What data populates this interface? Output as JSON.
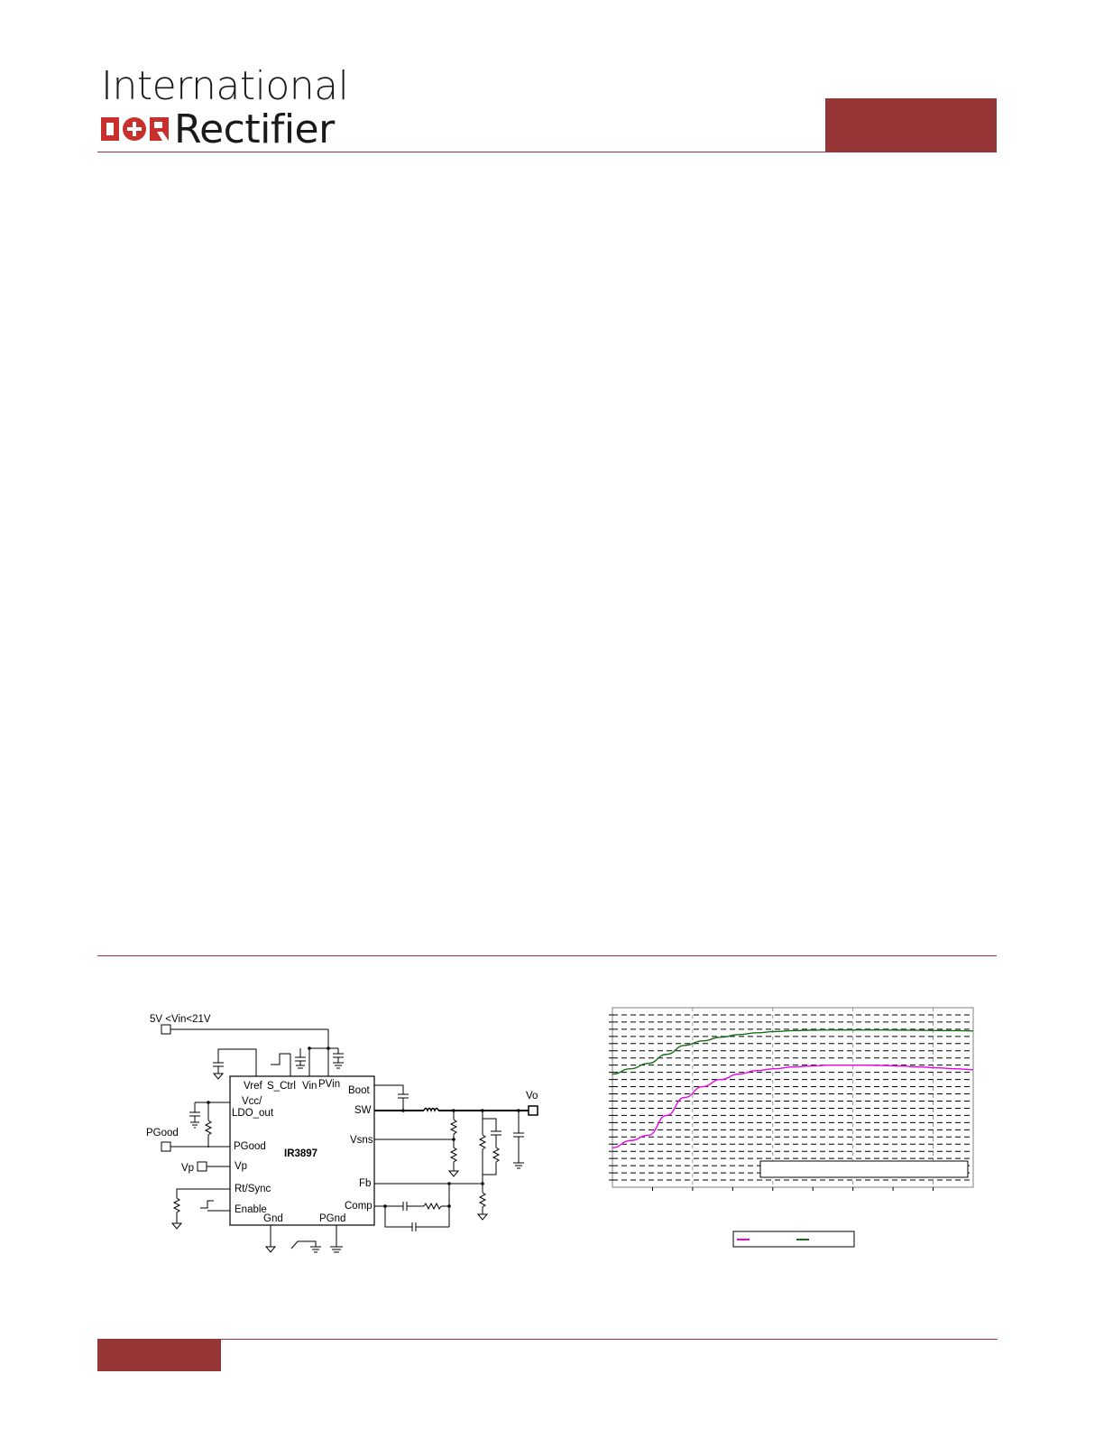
{
  "header": {
    "logo_line1": "International",
    "logo_brand": "IOR",
    "logo_line2": "Rectifier",
    "accent_color": "#953535"
  },
  "schematic": {
    "vin_label": "5V <Vin<21V",
    "chip_name": "IR3897",
    "pins": {
      "vref": "Vref",
      "s_ctrl": "S_Ctrl",
      "vin": "Vin",
      "pvin": "PVin",
      "boot": "Boot",
      "vcc": "Vcc/",
      "ldo_out": "LDO_out",
      "sw": "SW",
      "vsns": "Vsns",
      "pgood_pin": "PGood",
      "vp_pin": "Vp",
      "rt_sync": "Rt/Sync",
      "enable": "Enable",
      "fb": "Fb",
      "comp": "Comp",
      "gnd": "Gnd",
      "pgnd": "PGnd"
    },
    "pgood_label": "PGood",
    "vp_label": "Vp",
    "vo_label": "Vo"
  },
  "chart_data": {
    "type": "line",
    "x": [
      0,
      1,
      2,
      3,
      4,
      5,
      6,
      7,
      8,
      9,
      10,
      11,
      12,
      13,
      14,
      15,
      16,
      17,
      18,
      19,
      20
    ],
    "series": [
      {
        "color": "#ee00ee",
        "values": [
          0.22,
          0.26,
          0.29,
          0.4,
          0.5,
          0.56,
          0.6,
          0.63,
          0.65,
          0.66,
          0.67,
          0.675,
          0.68,
          0.68,
          0.68,
          0.678,
          0.675,
          0.67,
          0.665,
          0.66,
          0.655
        ]
      },
      {
        "color": "#157015",
        "values": [
          0.63,
          0.66,
          0.69,
          0.74,
          0.79,
          0.815,
          0.835,
          0.85,
          0.86,
          0.867,
          0.872,
          0.875,
          0.876,
          0.876,
          0.876,
          0.876,
          0.875,
          0.874,
          0.873,
          0.872,
          0.871
        ]
      }
    ],
    "ylim": [
      0,
      1
    ],
    "grid": true,
    "legend": "bottom-center"
  }
}
